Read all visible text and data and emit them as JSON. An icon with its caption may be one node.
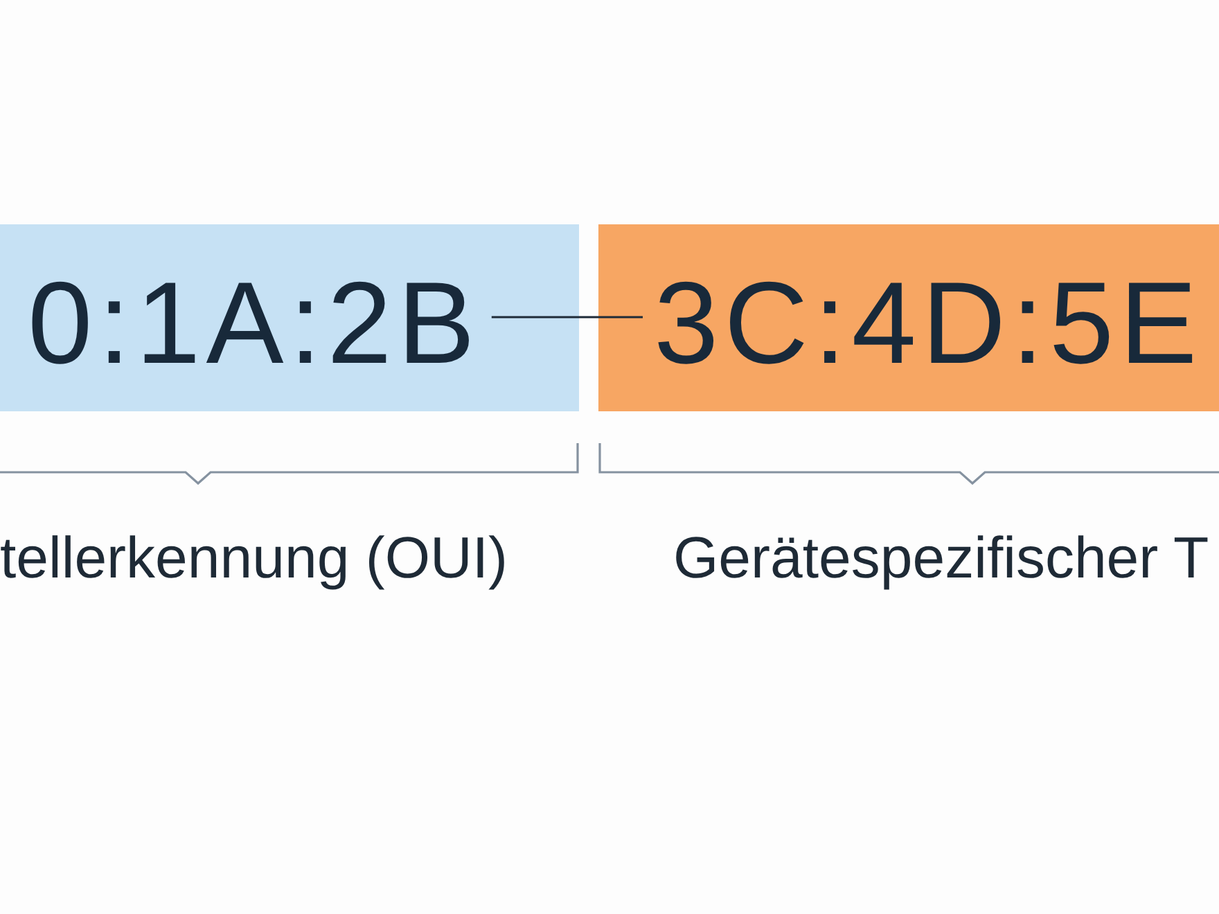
{
  "diagram": {
    "nodes": [
      {
        "text": [
          "0:1A:2B"
        ],
        "beside": [
          "tellerkennung (OUI)"
        ]
      },
      {
        "text": [
          "3C:4D:5E"
        ],
        "beside": [
          "Gerätespezifischer T"
        ]
      }
    ],
    "edges": [
      {
        "from": 0,
        "to": 1,
        "arrow": "none"
      }
    ]
  }
}
